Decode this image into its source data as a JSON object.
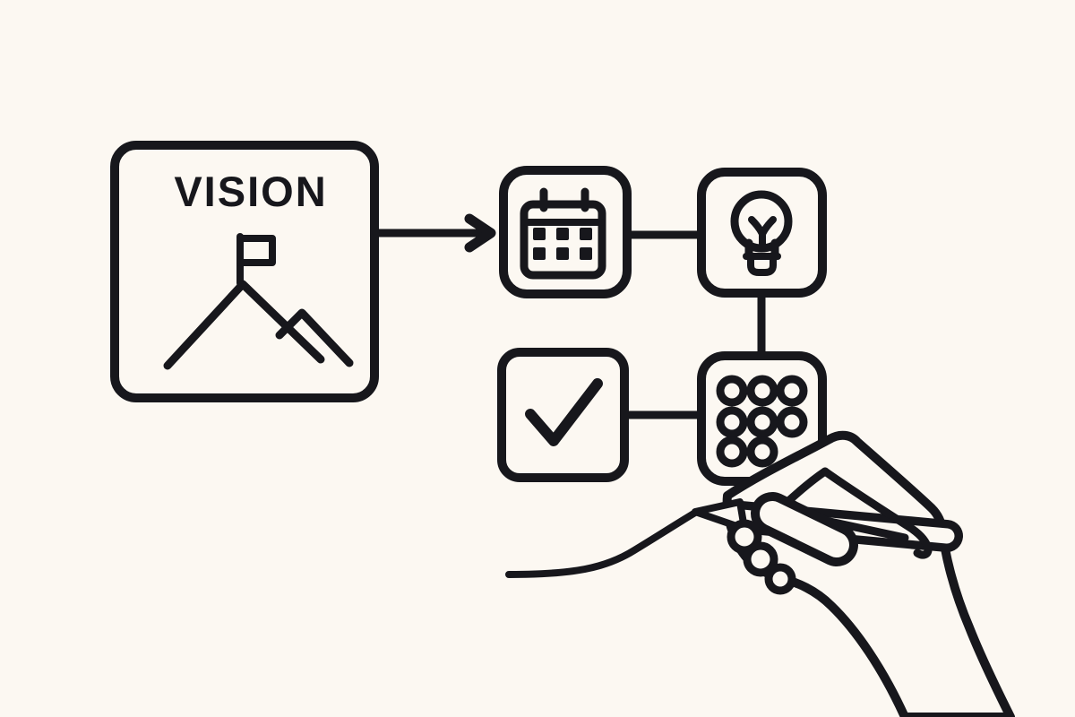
{
  "illustration": {
    "background_color": "#fcf8f2",
    "ink_color": "#17171c",
    "vision_node": {
      "label": "VISION",
      "icon": "mountain-flag-icon"
    },
    "nodes": [
      {
        "id": "calendar",
        "icon": "calendar-icon"
      },
      {
        "id": "lightbulb",
        "icon": "lightbulb-icon"
      },
      {
        "id": "checkmark",
        "icon": "checkmark-icon"
      },
      {
        "id": "dot-grid",
        "icon": "dot-grid-icon"
      }
    ],
    "connectors": [
      {
        "from": "vision",
        "to": "calendar",
        "style": "arrow"
      },
      {
        "from": "calendar",
        "to": "lightbulb",
        "style": "line"
      },
      {
        "from": "lightbulb",
        "to": "dot-grid",
        "style": "line"
      },
      {
        "from": "checkmark",
        "to": "dot-grid",
        "style": "line"
      }
    ],
    "hand_pen": {
      "icon": "hand-holding-pen-icon"
    }
  }
}
